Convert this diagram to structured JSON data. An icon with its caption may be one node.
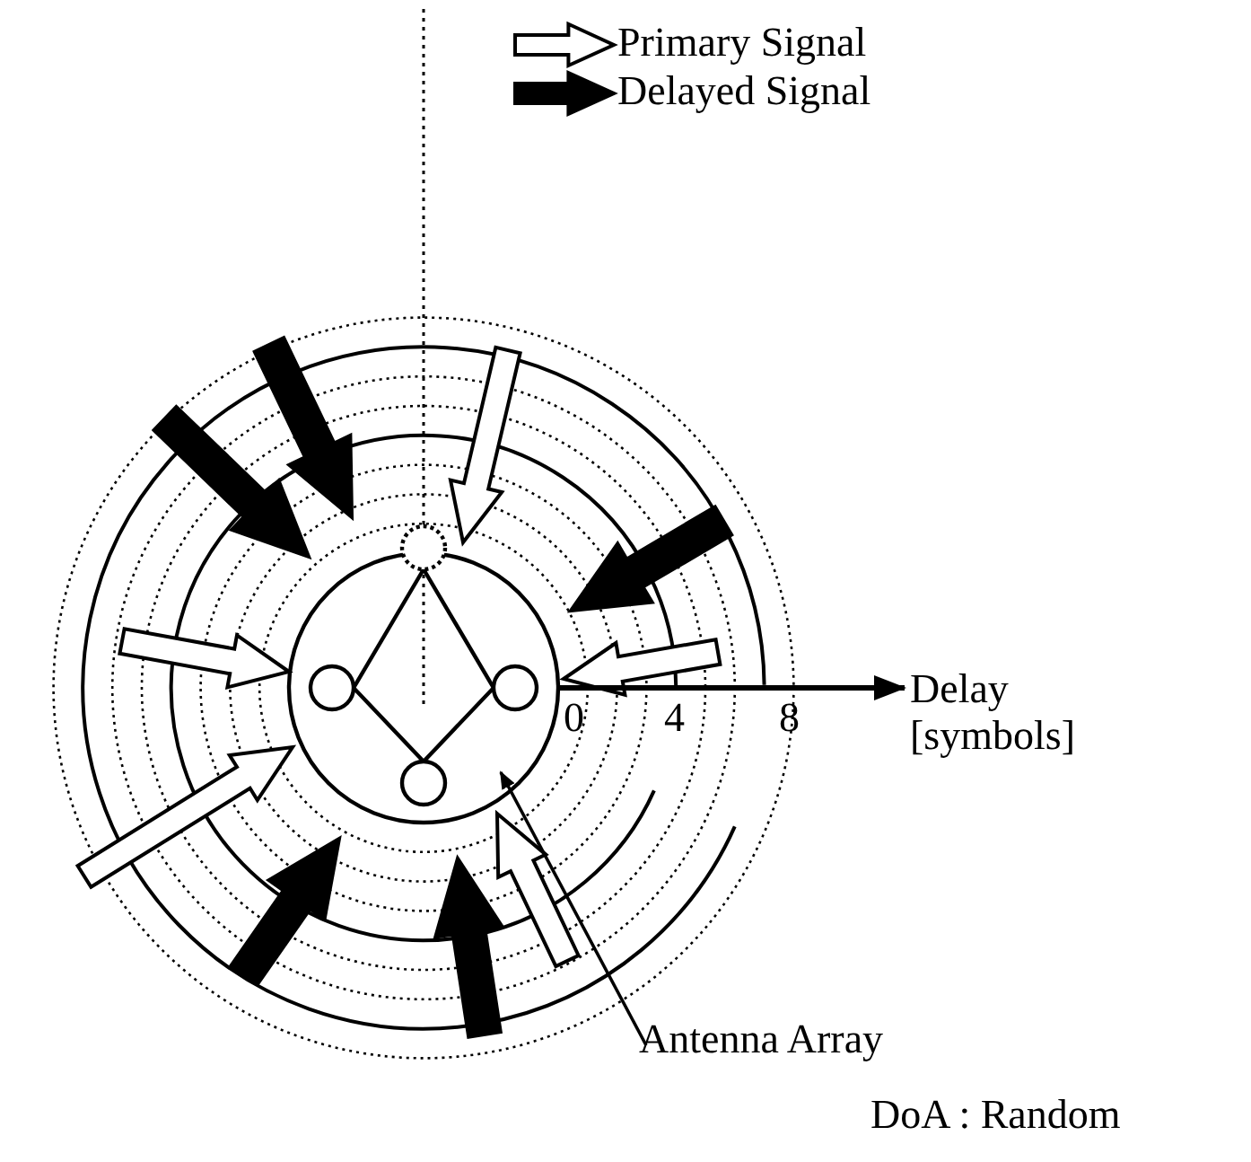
{
  "diagram": {
    "nodes": [
      {
        "text": [
          "Antenna Array"
        ]
      },
      {
        "text": [],
        "shape": "picture"
      }
    ],
    "edges": [
      {
        "from": 0,
        "to": 1,
        "arrow": "to"
      }
    ],
    "labels": [
      "0",
      "4",
      "8",
      "Delay [symbols]",
      "DoA : Random"
    ],
    "legend": [
      {
        "text": "Primary Signal"
      },
      {
        "text": "Delayed Signal"
      }
    ]
  }
}
